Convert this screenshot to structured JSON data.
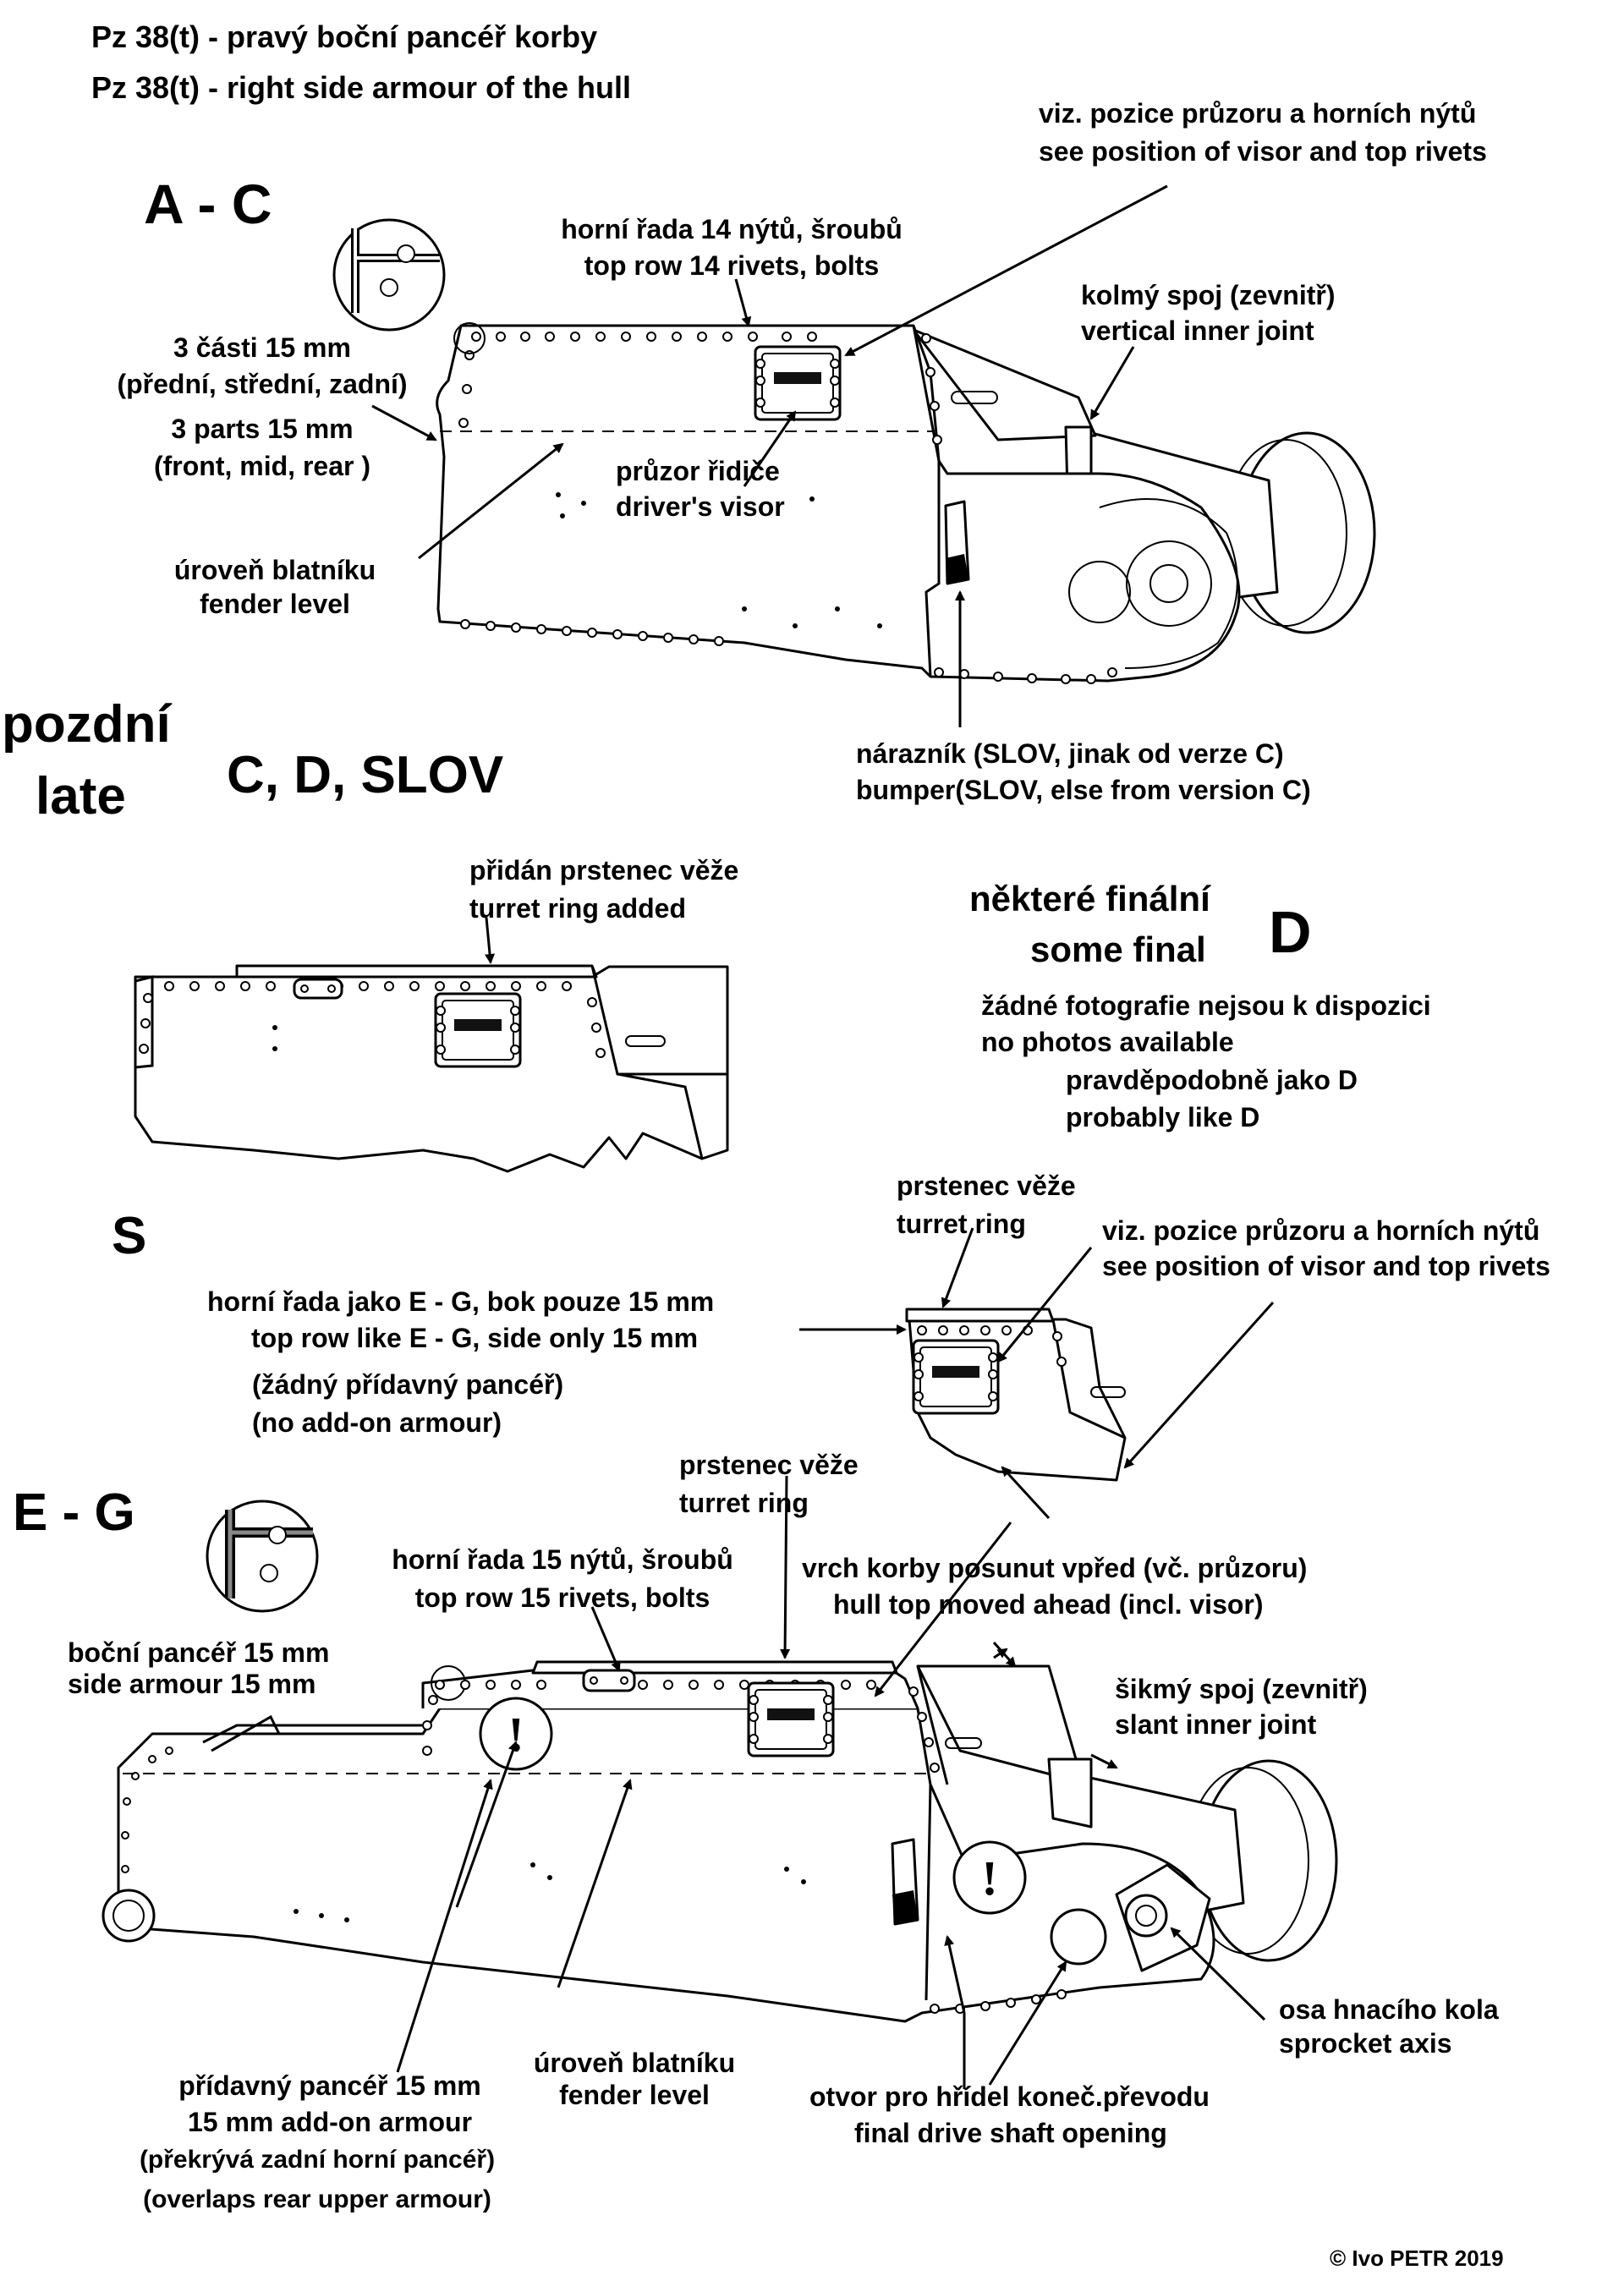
{
  "title": {
    "line1": "Pz 38(t) - pravý boční pancéř korby",
    "line2": "Pz 38(t) - right side armour of the hull"
  },
  "versions": {
    "ac": "A - C",
    "late_cz": "pozdní",
    "late_en": "late",
    "cd": "C, D, SLOV",
    "final_cz": "některé finální",
    "final_en": "some final",
    "final_letter": "D",
    "s": "S",
    "eg": "E - G"
  },
  "ac_labels": {
    "visor_ref_cz": "viz. pozice průzoru a horních nýtů",
    "visor_ref_en": "see position of visor and top rivets",
    "top_row_cz": "horní řada 14 nýtů, šroubů",
    "top_row_en": "top row 14 rivets, bolts",
    "vertical_cz": "kolmý spoj (zevnitř)",
    "vertical_en": "vertical inner joint",
    "parts_cz1": "3 části 15 mm",
    "parts_cz2": "(přední, střední, zadní)",
    "parts_en1": "3 parts 15 mm",
    "parts_en2": "(front, mid, rear )",
    "visor_cz": "průzor řidiče",
    "visor_en": "driver's visor",
    "fender_cz": "úroveň blatníku",
    "fender_en": "fender level",
    "bumper_cz": "nárazník (SLOV, jinak od verze C)",
    "bumper_en": "bumper(SLOV, else from version C)"
  },
  "cd_labels": {
    "ring_cz": "přidán prstenec věže",
    "ring_en": "turret ring added"
  },
  "final_labels": {
    "nophoto_cz": "žádné fotografie nejsou k dispozici",
    "nophoto_en": "no photos available",
    "like_cz": "pravděpodobně jako D",
    "like_en": "probably like D"
  },
  "s_labels": {
    "ring_cz": "prstenec věže",
    "ring_en": "turret ring",
    "visor_ref_cz": "viz. pozice průzoru a horních nýtů",
    "visor_ref_en": "see position of visor and top rivets",
    "toprow_cz": "horní řada jako E - G, bok pouze 15 mm",
    "toprow_en": "top row like E - G, side only 15 mm",
    "noaddon_cz": "(žádný přídavný pancéř)",
    "noaddon_en": "(no add-on armour)"
  },
  "eg_labels": {
    "ring_cz": "prstenec věže",
    "ring_en": "turret ring",
    "top_row_cz": "horní řada 15 nýtů, šroubů",
    "top_row_en": "top row 15 rivets, bolts",
    "hulltop_cz": "vrch korby posunut vpřed (vč. průzoru)",
    "hulltop_en": "hull top moved ahead (incl. visor)",
    "side_cz": "boční pancéř 15 mm",
    "side_en": "side armour 15 mm",
    "slant_cz": "šikmý spoj (zevnitř)",
    "slant_en": "slant inner joint",
    "sprocket_cz": "osa hnacího kola",
    "sprocket_en": "sprocket axis",
    "addon_cz": "přídavný pancéř 15 mm",
    "addon_en": "15 mm add-on armour",
    "overlap_cz": "(překrývá zadní horní pancéř)",
    "overlap_en": "(overlaps rear upper armour)",
    "fender_cz": "úroveň blatníku",
    "fender_en": "fender level",
    "shaft_cz": "otvor pro hřídel koneč.převodu",
    "shaft_en": "final drive shaft opening"
  },
  "copyright": "© Ivo PETR  2019"
}
